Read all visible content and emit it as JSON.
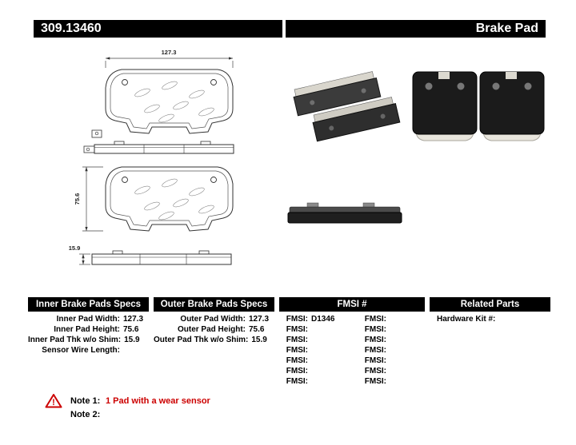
{
  "header": {
    "part_number": "309.13460",
    "product_name": "Brake Pad"
  },
  "diagram": {
    "width_dim": "127.3",
    "height_dim": "75.6",
    "thickness_dim": "15.9"
  },
  "specs": {
    "inner": {
      "title": "Inner Brake Pads Specs",
      "rows": [
        {
          "label": "Inner Pad Width:",
          "value": "127.3"
        },
        {
          "label": "Inner Pad Height:",
          "value": "75.6"
        },
        {
          "label": "Inner Pad Thk w/o Shim:",
          "value": "15.9"
        },
        {
          "label": "Sensor Wire Length:",
          "value": ""
        }
      ]
    },
    "outer": {
      "title": "Outer Brake Pads Specs",
      "rows": [
        {
          "label": "Outer Pad Width:",
          "value": "127.3"
        },
        {
          "label": "Outer Pad Height:",
          "value": "75.6"
        },
        {
          "label": "Outer Pad Thk w/o Shim:",
          "value": "15.9"
        }
      ]
    },
    "fmsi": {
      "title": "FMSI #",
      "rows": [
        {
          "l_label": "FMSI:",
          "l_value": "D1346",
          "r_label": "FMSI:",
          "r_value": ""
        },
        {
          "l_label": "FMSI:",
          "l_value": "",
          "r_label": "FMSI:",
          "r_value": ""
        },
        {
          "l_label": "FMSI:",
          "l_value": "",
          "r_label": "FMSI:",
          "r_value": ""
        },
        {
          "l_label": "FMSI:",
          "l_value": "",
          "r_label": "FMSI:",
          "r_value": ""
        },
        {
          "l_label": "FMSI:",
          "l_value": "",
          "r_label": "FMSI:",
          "r_value": ""
        },
        {
          "l_label": "FMSI:",
          "l_value": "",
          "r_label": "FMSI:",
          "r_value": ""
        },
        {
          "l_label": "FMSI:",
          "l_value": "",
          "r_label": "FMSI:",
          "r_value": ""
        }
      ]
    },
    "related": {
      "title": "Related Parts",
      "rows": [
        {
          "label": "Hardware Kit #:",
          "value": ""
        }
      ]
    }
  },
  "notes": {
    "warning_glyph": "!",
    "note1_label": "Note 1:",
    "note1_text": "1 Pad with a wear sensor",
    "note2_label": "Note 2:",
    "note2_text": ""
  },
  "colors": {
    "bar_black": "#000000",
    "accent_red": "#cc0000"
  }
}
